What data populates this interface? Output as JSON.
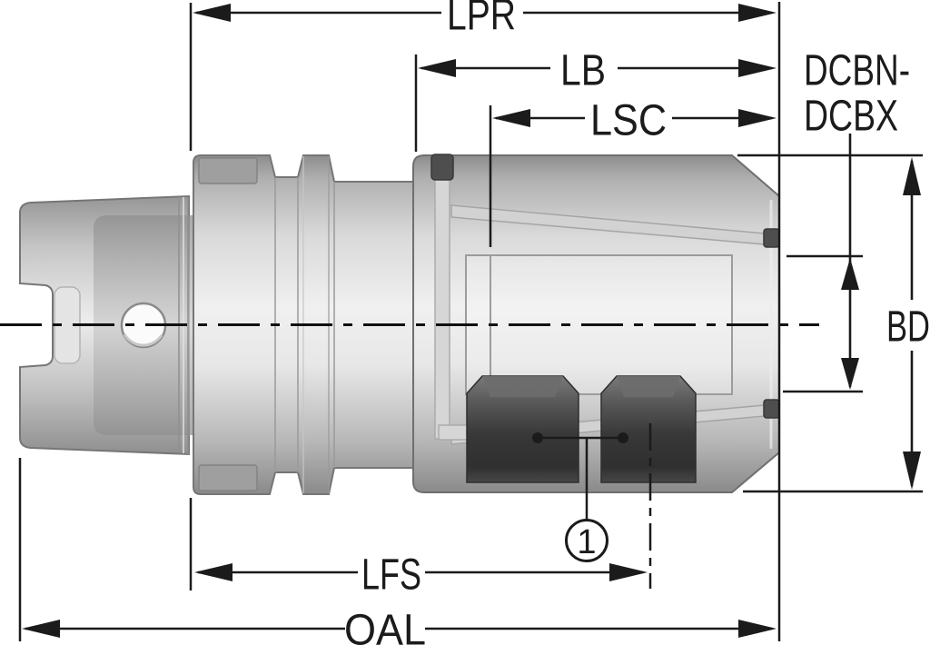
{
  "drawing": {
    "type": "technical-dimension-drawing",
    "subject": "HSK shank milling chuck side view",
    "labels": {
      "lpr": "LPR",
      "lb": "LB",
      "lsc": "LSC",
      "dcbn_line1": "DCBN-",
      "dcbn_line2": "DCBX",
      "bd": "BD",
      "lfs": "LFS",
      "oal": "OAL"
    },
    "callouts": {
      "balloon_1": "1"
    },
    "colors": {
      "dimension_line": "#1b1b1b",
      "body_light": "#efefef",
      "body_dark": "#8f8f8f",
      "nut_dark": "#383838",
      "background": "#ffffff"
    }
  }
}
